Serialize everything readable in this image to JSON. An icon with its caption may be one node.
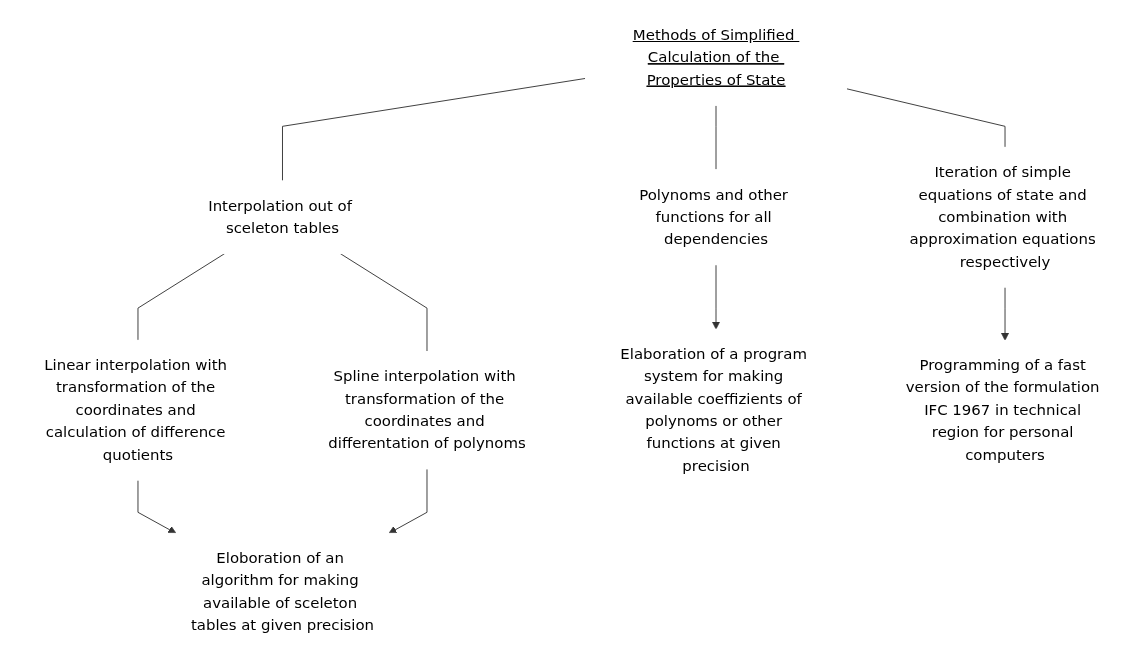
{
  "diagram": {
    "nodes": [
      {
        "text": [
          "Methods of Simplified Calculation of the Properties of State"
        ]
      },
      {
        "text": [
          "Interpolation out of sceleton tables"
        ]
      },
      {
        "text": [
          "Polynoms and other functions for all dependencies"
        ]
      },
      {
        "text": [
          "Iteration of simple equations of state and combination with approximation equations respectively"
        ]
      },
      {
        "text": [
          "Linear interpolation with transformation of the coordinates and calculation of difference quotients"
        ]
      },
      {
        "text": [
          "Spline interpolation with transformation of the coordinates and differentation of polynoms"
        ]
      },
      {
        "text": [
          "Eloboration of an algorithm for making available of sceleton tables at given precision"
        ]
      },
      {
        "text": [
          "Elaboration of a program system for making available coeffizients of polynoms or other functions at given precision"
        ]
      },
      {
        "text": [
          "Programming of a fast version of the formulation IFC 1967 in technical region for personal computers"
        ]
      }
    ],
    "edges": [
      {
        "from": 0,
        "to": 1,
        "arrow": "none"
      },
      {
        "from": 0,
        "to": 2,
        "arrow": "none"
      },
      {
        "from": 0,
        "to": 3,
        "arrow": "none"
      },
      {
        "from": 1,
        "to": 4,
        "arrow": "none"
      },
      {
        "from": 1,
        "to": 5,
        "arrow": "none"
      },
      {
        "from": 4,
        "to": 6,
        "arrow": "to"
      },
      {
        "from": 5,
        "to": 6,
        "arrow": "to"
      },
      {
        "from": 2,
        "to": 7,
        "arrow": "to"
      },
      {
        "from": 3,
        "to": 8,
        "arrow": "to"
      }
    ]
  }
}
